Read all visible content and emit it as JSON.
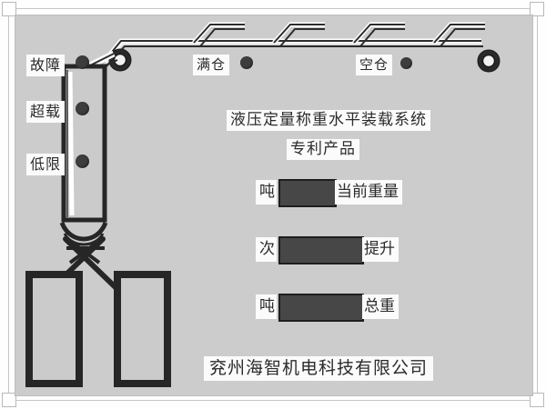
{
  "panel": {
    "background_color": "#cccccc",
    "frame_color": "#fefefe",
    "accent_dark": "#262626",
    "display_color": "#474747",
    "lamp_color": "#3d3d3d"
  },
  "title": {
    "line1": "液压定量称重水平装载系统",
    "line2": "专利产品"
  },
  "footer": {
    "company": "兖州海智机电科技有限公司"
  },
  "indicators": {
    "left": [
      {
        "label": "故障",
        "name": "fault"
      },
      {
        "label": "超载",
        "name": "overload"
      },
      {
        "label": "低限",
        "name": "low-limit"
      }
    ],
    "track": [
      {
        "label": "满仓",
        "name": "bin-full"
      },
      {
        "label": "空仓",
        "name": "bin-empty"
      }
    ]
  },
  "displays": [
    {
      "unit": "吨",
      "caption": "当前重量",
      "value": "",
      "name": "current-weight"
    },
    {
      "unit": "次",
      "caption": "提升",
      "value": "",
      "name": "lift-count"
    },
    {
      "unit": "吨",
      "caption": "总重",
      "value": "",
      "name": "total-weight"
    }
  ],
  "machine": {
    "rail_label": "overhead-rail",
    "pulley_left": "pulley-left",
    "pulley_right": "pulley-right",
    "hopper": "hopper-column",
    "grab": "clamshell-grab"
  }
}
